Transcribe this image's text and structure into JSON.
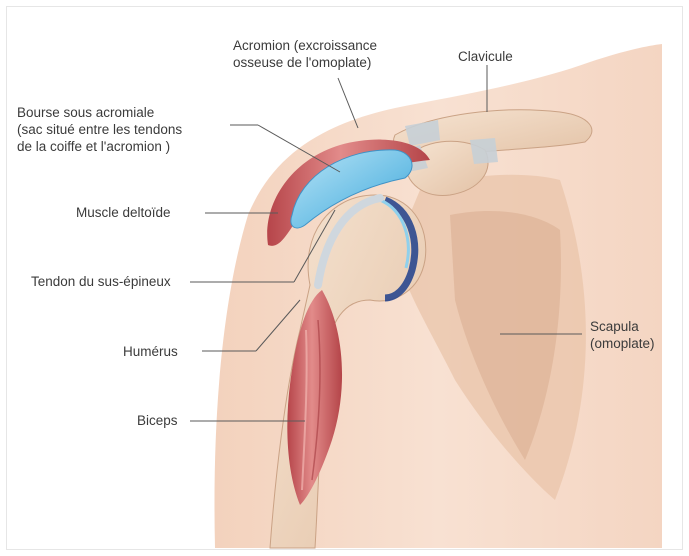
{
  "labels": {
    "acromion_line1": "Acromion (excroissance",
    "acromion_line2": "osseuse de l'omoplate)",
    "clavicule": "Clavicule",
    "bourse_line1": "Bourse sous acromiale",
    "bourse_line2": "(sac situé entre les tendons",
    "bourse_line3": "de la coiffe et l'acromion )",
    "deltoide": "Muscle deltoïde",
    "tendon": "Tendon du sus-épineux",
    "humerus": "Humérus",
    "biceps": "Biceps",
    "scapula_line1": "Scapula",
    "scapula_line2": "(omoplate)"
  },
  "colors": {
    "skin": "#f6dccb",
    "skin_dark": "#efc9b1",
    "bone": "#f0d9c4",
    "muscle": "#c9595d",
    "bursa": "#7cc6e8",
    "cartilage": "#1f3f8c",
    "ligament": "#c6cfd6"
  }
}
